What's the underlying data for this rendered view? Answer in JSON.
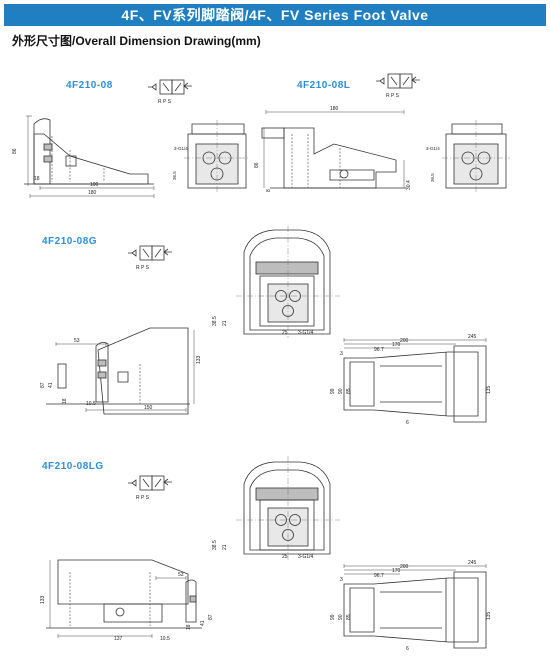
{
  "header": {
    "title": "4F、FV系列脚踏阀/4F、FV Series Foot  Valve"
  },
  "section": {
    "title": "外形尺寸图/Overall Dimension Drawing(mm)"
  },
  "models": {
    "m1": "4F210-08",
    "m2": "4F210-08L",
    "m3": "4F210-08G",
    "m4": "4F210-08LG"
  },
  "symbol_ports": "R P S",
  "dims": {
    "d180": "180",
    "d86": "86",
    "d100": "100",
    "d18": "18",
    "d3g": "3-G1/4",
    "d36_5": "36.5",
    "d30_4": "30.4",
    "d8": "8",
    "d53": "53",
    "d133": "133",
    "d87": "87",
    "d41": "41",
    "d10_5": "10.5",
    "d150": "150",
    "d137": "137",
    "d38_5": "38.5",
    "d21": "21",
    "d25": "25",
    "d245": "245",
    "d200": "200",
    "d170": "170",
    "d96_7": "96.7",
    "d3": "3",
    "d99": "99",
    "d90": "90",
    "d85": "85",
    "d135": "135",
    "d6": "6"
  }
}
